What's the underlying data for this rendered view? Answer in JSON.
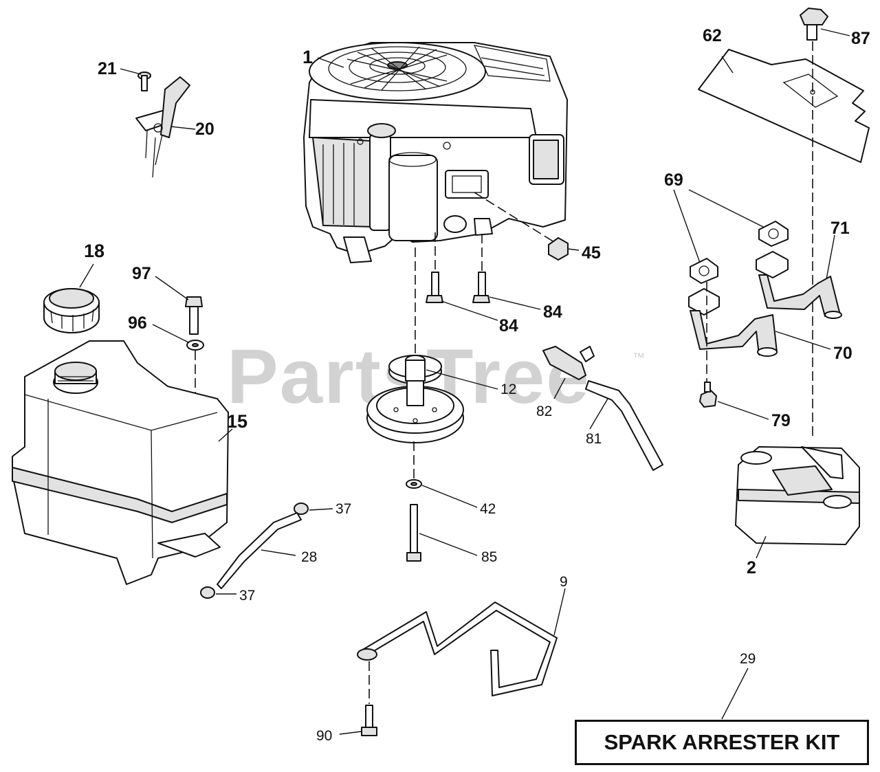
{
  "watermark": {
    "brand": "PartsTree",
    "trademark": "™"
  },
  "kit_box": {
    "label": "SPARK ARRESTER KIT"
  },
  "callouts": {
    "c1": "1",
    "c21": "21",
    "c20": "20",
    "c62": "62",
    "c87": "87",
    "c69": "69",
    "c71": "71",
    "c70": "70",
    "c79": "79",
    "c45": "45",
    "c84a": "84",
    "c84b": "84",
    "c18": "18",
    "c97": "97",
    "c96": "96",
    "c15": "15",
    "c12": "12",
    "c82": "82",
    "c81": "81",
    "c42": "42",
    "c85": "85",
    "c37a": "37",
    "c37b": "37",
    "c28": "28",
    "c9": "9",
    "c90": "90",
    "c2": "2",
    "c29": "29"
  },
  "colors": {
    "ink": "#111111",
    "shade": "#e2e2e2",
    "watermark": "#d2d2d2"
  }
}
